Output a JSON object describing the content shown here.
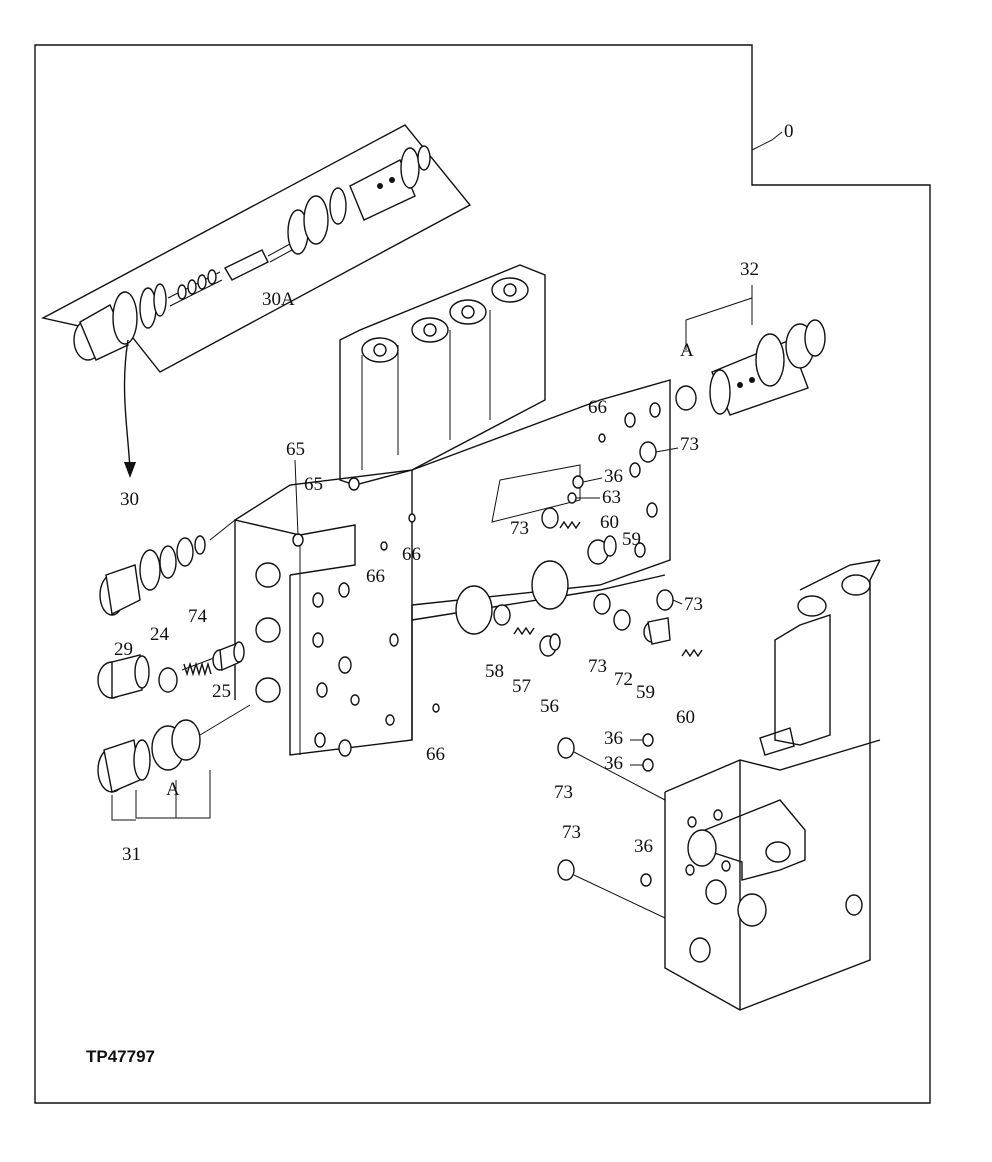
{
  "figure_code": "TP47797",
  "callouts": {
    "c0": "0",
    "c24": "24",
    "c25": "25",
    "c29": "29",
    "c30": "30",
    "c30a": "30A",
    "c31": "31",
    "c32": "32",
    "c36a": "36",
    "c36b": "36",
    "c36c": "36",
    "c36d": "36",
    "c56": "56",
    "c57": "57",
    "c58": "58",
    "c59a": "59",
    "c59b": "59",
    "c60a": "60",
    "c60b": "60",
    "c63": "63",
    "c65a": "65",
    "c65b": "65",
    "c66a": "66",
    "c66b": "66",
    "c66c": "66",
    "c66d": "66",
    "c72": "72",
    "c73a": "73",
    "c73b": "73",
    "c73c": "73",
    "c73d": "73",
    "c73e": "73",
    "c73f": "73",
    "c74": "74",
    "ca1": "A",
    "ca2": "A"
  }
}
